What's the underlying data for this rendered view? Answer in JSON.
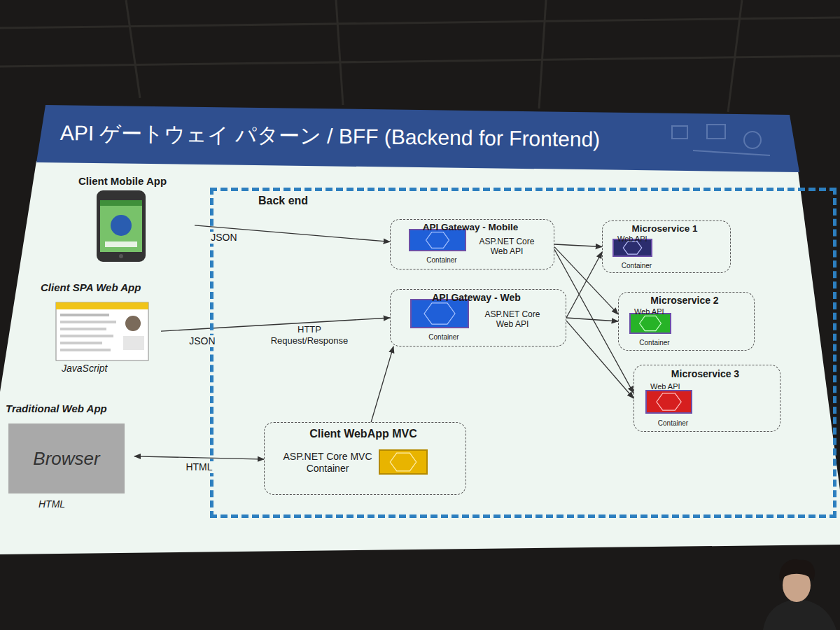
{
  "diagram": {
    "title": "API ゲートウェイ パターン / BFF (Backend for Frontend)",
    "nodes": [
      {
        "text": [
          "Client Mobile App"
        ]
      },
      {
        "text": [
          "Client SPA Web App",
          "JavaScript"
        ]
      },
      {
        "text": [
          "Traditional Web App",
          "Browser",
          "HTML"
        ]
      },
      {
        "text": [
          "Back end"
        ]
      },
      {
        "text": [
          "API Gateway - Mobile",
          "ASP.NET Core Web API",
          "Container"
        ],
        "in": 3
      },
      {
        "text": [
          "API Gateway - Web",
          "ASP.NET Core Web API",
          "Container"
        ],
        "in": 3
      },
      {
        "text": [
          "Client WebApp MVC",
          "ASP.NET Core MVC Container"
        ],
        "in": 3
      },
      {
        "text": [
          "Microservice 1",
          "Web API",
          "Container"
        ],
        "in": 3
      },
      {
        "text": [
          "Microservice 2",
          "Web API",
          "Container"
        ],
        "in": 3
      },
      {
        "text": [
          "Microservice 3",
          "Web API",
          "Container"
        ],
        "in": 3
      }
    ],
    "edges": [
      {
        "from": 0,
        "to": 4,
        "arrow": "to",
        "label": "JSON"
      },
      {
        "from": 1,
        "to": 5,
        "arrow": "to",
        "label": "JSON"
      },
      {
        "from": 2,
        "to": 6,
        "arrow": "both",
        "label": "HTML"
      },
      {
        "from": 6,
        "to": 5,
        "arrow": "to"
      },
      {
        "from": 4,
        "to": 7,
        "arrow": "to"
      },
      {
        "from": 4,
        "to": 8,
        "arrow": "to"
      },
      {
        "from": 4,
        "to": 9,
        "arrow": "to"
      },
      {
        "from": 5,
        "to": 7,
        "arrow": "to"
      },
      {
        "from": 5,
        "to": 8,
        "arrow": "to"
      },
      {
        "from": 5,
        "to": 9,
        "arrow": "to"
      }
    ],
    "labels": [
      "HTTP Request/Response"
    ]
  }
}
